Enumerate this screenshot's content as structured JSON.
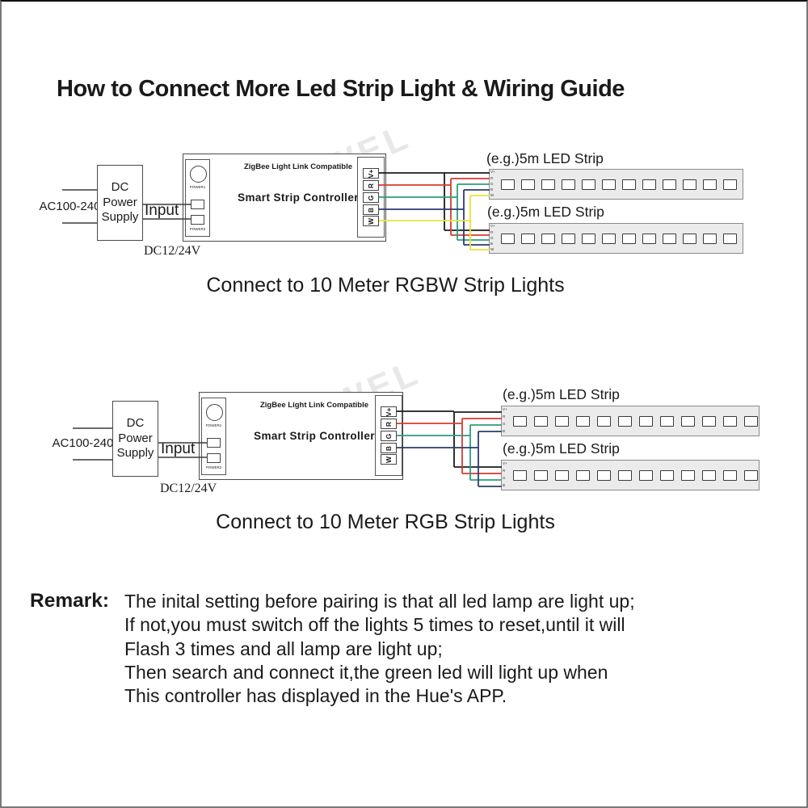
{
  "page": {
    "title": "How to Connect More Led Strip Light & Wiring Guide",
    "watermark": "GIDERWEL"
  },
  "diagrams": [
    {
      "ac_label": "AC100-240V",
      "psu_lines": [
        "DC",
        "Power",
        "Supply"
      ],
      "input_label": "Input",
      "dc_label": "DC12/24V",
      "controller": {
        "compat": "ZigBee Light Link Compatible",
        "name": "Smart Strip Controller",
        "power1": "POWER1",
        "power2": "POWER2"
      },
      "terminals": [
        "V+",
        "R",
        "G",
        "B",
        "W"
      ],
      "wire_colors": {
        "v": "#1c1c1c",
        "r": "#d93a31",
        "g": "#2a9e7b",
        "b": "#2d3c6b",
        "w": "#ece23b"
      },
      "strips": [
        {
          "label": "(e.g.)5m LED Strip"
        },
        {
          "label": "(e.g.)5m LED Strip"
        }
      ],
      "strip_pins": [
        "V+",
        "R",
        "G",
        "B",
        "W"
      ],
      "led_count": 12,
      "caption": "Connect to 10 Meter RGBW Strip Lights"
    },
    {
      "ac_label": "AC100-240V",
      "psu_lines": [
        "DC",
        "Power",
        "Supply"
      ],
      "input_label": "Input",
      "dc_label": "DC12/24V",
      "controller": {
        "compat": "ZigBee Light Link Compatible",
        "name": "Smart Strip Controller",
        "power1": "POWER1",
        "power2": "POWER2"
      },
      "terminals": [
        "V+",
        "R",
        "G",
        "B",
        "W"
      ],
      "wire_colors": {
        "v": "#1c1c1c",
        "r": "#d93a31",
        "g": "#2a9e7b",
        "b": "#2d3c6b"
      },
      "strips": [
        {
          "label": "(e.g.)5m LED Strip"
        },
        {
          "label": "(e.g.)5m LED Strip"
        }
      ],
      "strip_pins": [
        "V+",
        "R",
        "G",
        "B"
      ],
      "led_count": 12,
      "caption": "Connect to 10 Meter RGB Strip Lights"
    }
  ],
  "remark": {
    "label": "Remark:",
    "lines": [
      "The inital setting before pairing is that all led lamp are light up;",
      "If not,you must switch off the lights 5 times to reset,until it will",
      "Flash 3 times and all lamp are light up;",
      "Then search and connect it,the green led will light up when",
      "This controller has displayed in the Hue's APP."
    ]
  }
}
